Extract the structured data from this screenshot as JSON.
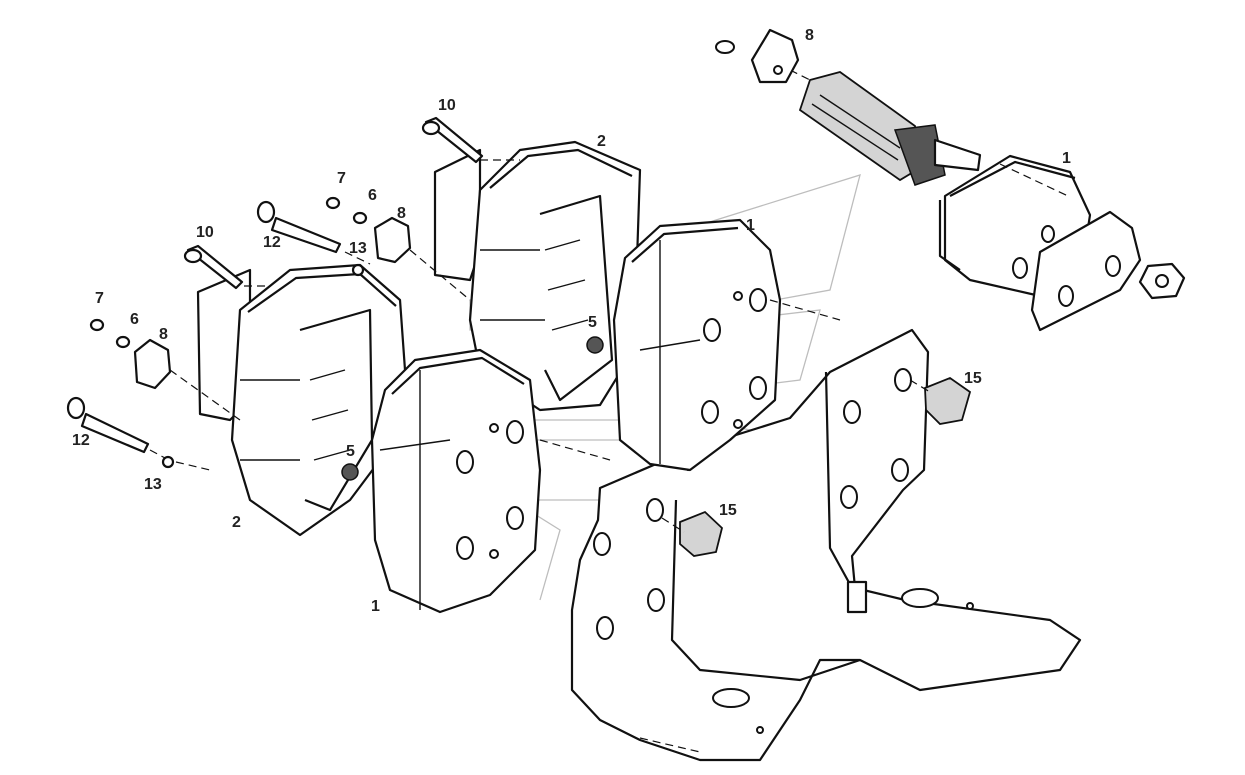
{
  "callouts": [
    {
      "id": "c-8-top",
      "text": "8"
    },
    {
      "id": "c-1-right",
      "text": "1"
    },
    {
      "id": "c-10-top",
      "text": "10"
    },
    {
      "id": "c-2-top",
      "text": "2"
    },
    {
      "id": "c-7-top",
      "text": "7"
    },
    {
      "id": "c-6-top",
      "text": "6"
    },
    {
      "id": "c-8-mid",
      "text": "8"
    },
    {
      "id": "c-1-mid",
      "text": "1"
    },
    {
      "id": "c-12-top",
      "text": "12"
    },
    {
      "id": "c-13-top",
      "text": "13"
    },
    {
      "id": "c-10-left",
      "text": "10"
    },
    {
      "id": "c-7-left",
      "text": "7"
    },
    {
      "id": "c-6-left",
      "text": "6"
    },
    {
      "id": "c-8-left",
      "text": "8"
    },
    {
      "id": "c-5-upper",
      "text": "5"
    },
    {
      "id": "c-15-right",
      "text": "15"
    },
    {
      "id": "c-12-left",
      "text": "12"
    },
    {
      "id": "c-13-left",
      "text": "13"
    },
    {
      "id": "c-5-lower",
      "text": "5"
    },
    {
      "id": "c-15-mid",
      "text": "15"
    },
    {
      "id": "c-2-left",
      "text": "2"
    },
    {
      "id": "c-1-bottom",
      "text": "1"
    }
  ],
  "parts": {
    "lamp_lens": "1",
    "lamp_housing": "2",
    "nut": "5",
    "washer": "6",
    "screw": "7",
    "cable_plate": "8",
    "long_screw": "10",
    "cable_plug": "12",
    "spring_washer": "13",
    "plug_cap": "15"
  }
}
